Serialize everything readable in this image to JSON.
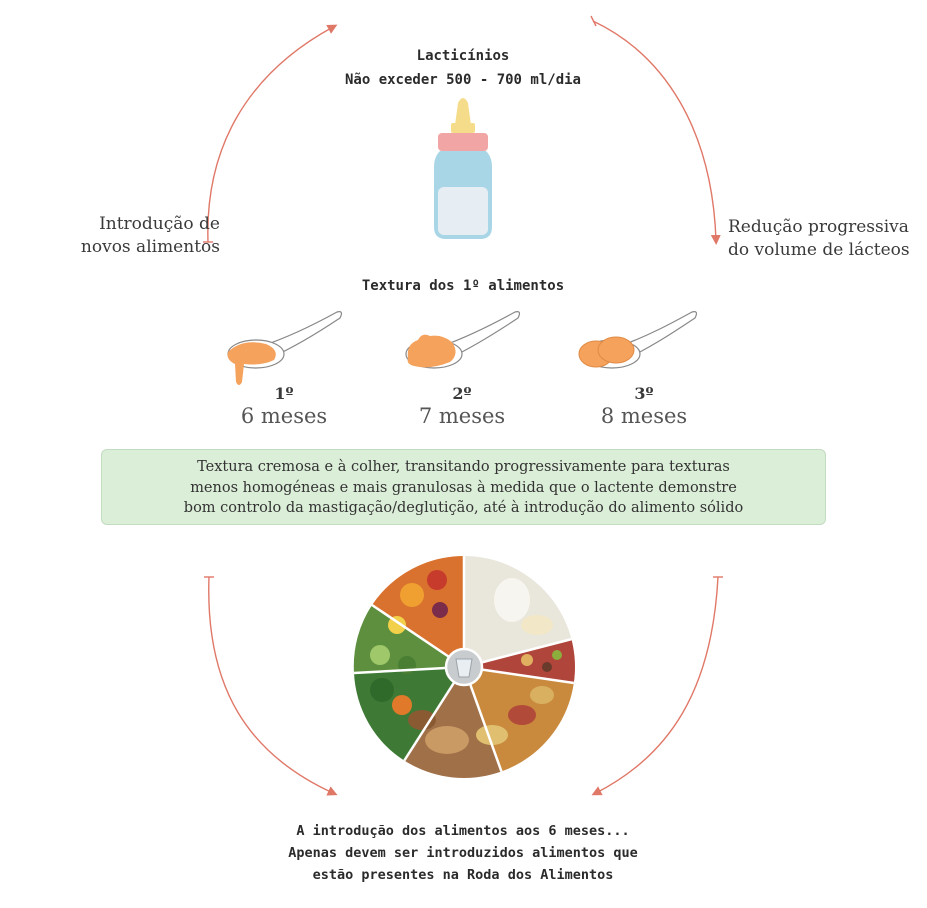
{
  "top": {
    "line1": "Lacticínios",
    "line2": "Não exceder 500 - 700 ml/dia"
  },
  "left_note": {
    "line1": "Introdução de",
    "line2": "novos alimentos"
  },
  "right_note": {
    "line1": "Redução progressiva",
    "line2": "do volume de lácteos"
  },
  "textura_title": "Textura dos 1º alimentos",
  "stages": [
    {
      "ordinal": "1º",
      "age": "6 meses"
    },
    {
      "ordinal": "2º",
      "age": "7 meses"
    },
    {
      "ordinal": "3º",
      "age": "8 meses"
    }
  ],
  "description": {
    "line1": "Textura cremosa e à colher, transitando progressivamente para texturas",
    "line2": "menos homogéneas e mais granulosas à medida que o lactente demonstre",
    "line3": "bom controlo da mastigação/deglutição, até à introdução do alimento sólido"
  },
  "bottom": {
    "line1": "A introdução dos alimentos aos 6 meses...",
    "line2": "Apenas devem ser introduzidos alimentos que",
    "line3": "estão presentes na Roda dos Alimentos"
  },
  "colors": {
    "arrow": "#e07868",
    "food_orange": "#f5a25d",
    "box_green": "#dbeed8",
    "bottle_blue": "#a9d6e6",
    "nipple_yellow": "#f5dc8a",
    "ring_pink": "#f2a5a5"
  },
  "icons": [
    "baby-bottle-icon",
    "spoon-puree-icon",
    "spoon-mash-icon",
    "spoon-pieces-icon",
    "food-wheel-icon"
  ]
}
